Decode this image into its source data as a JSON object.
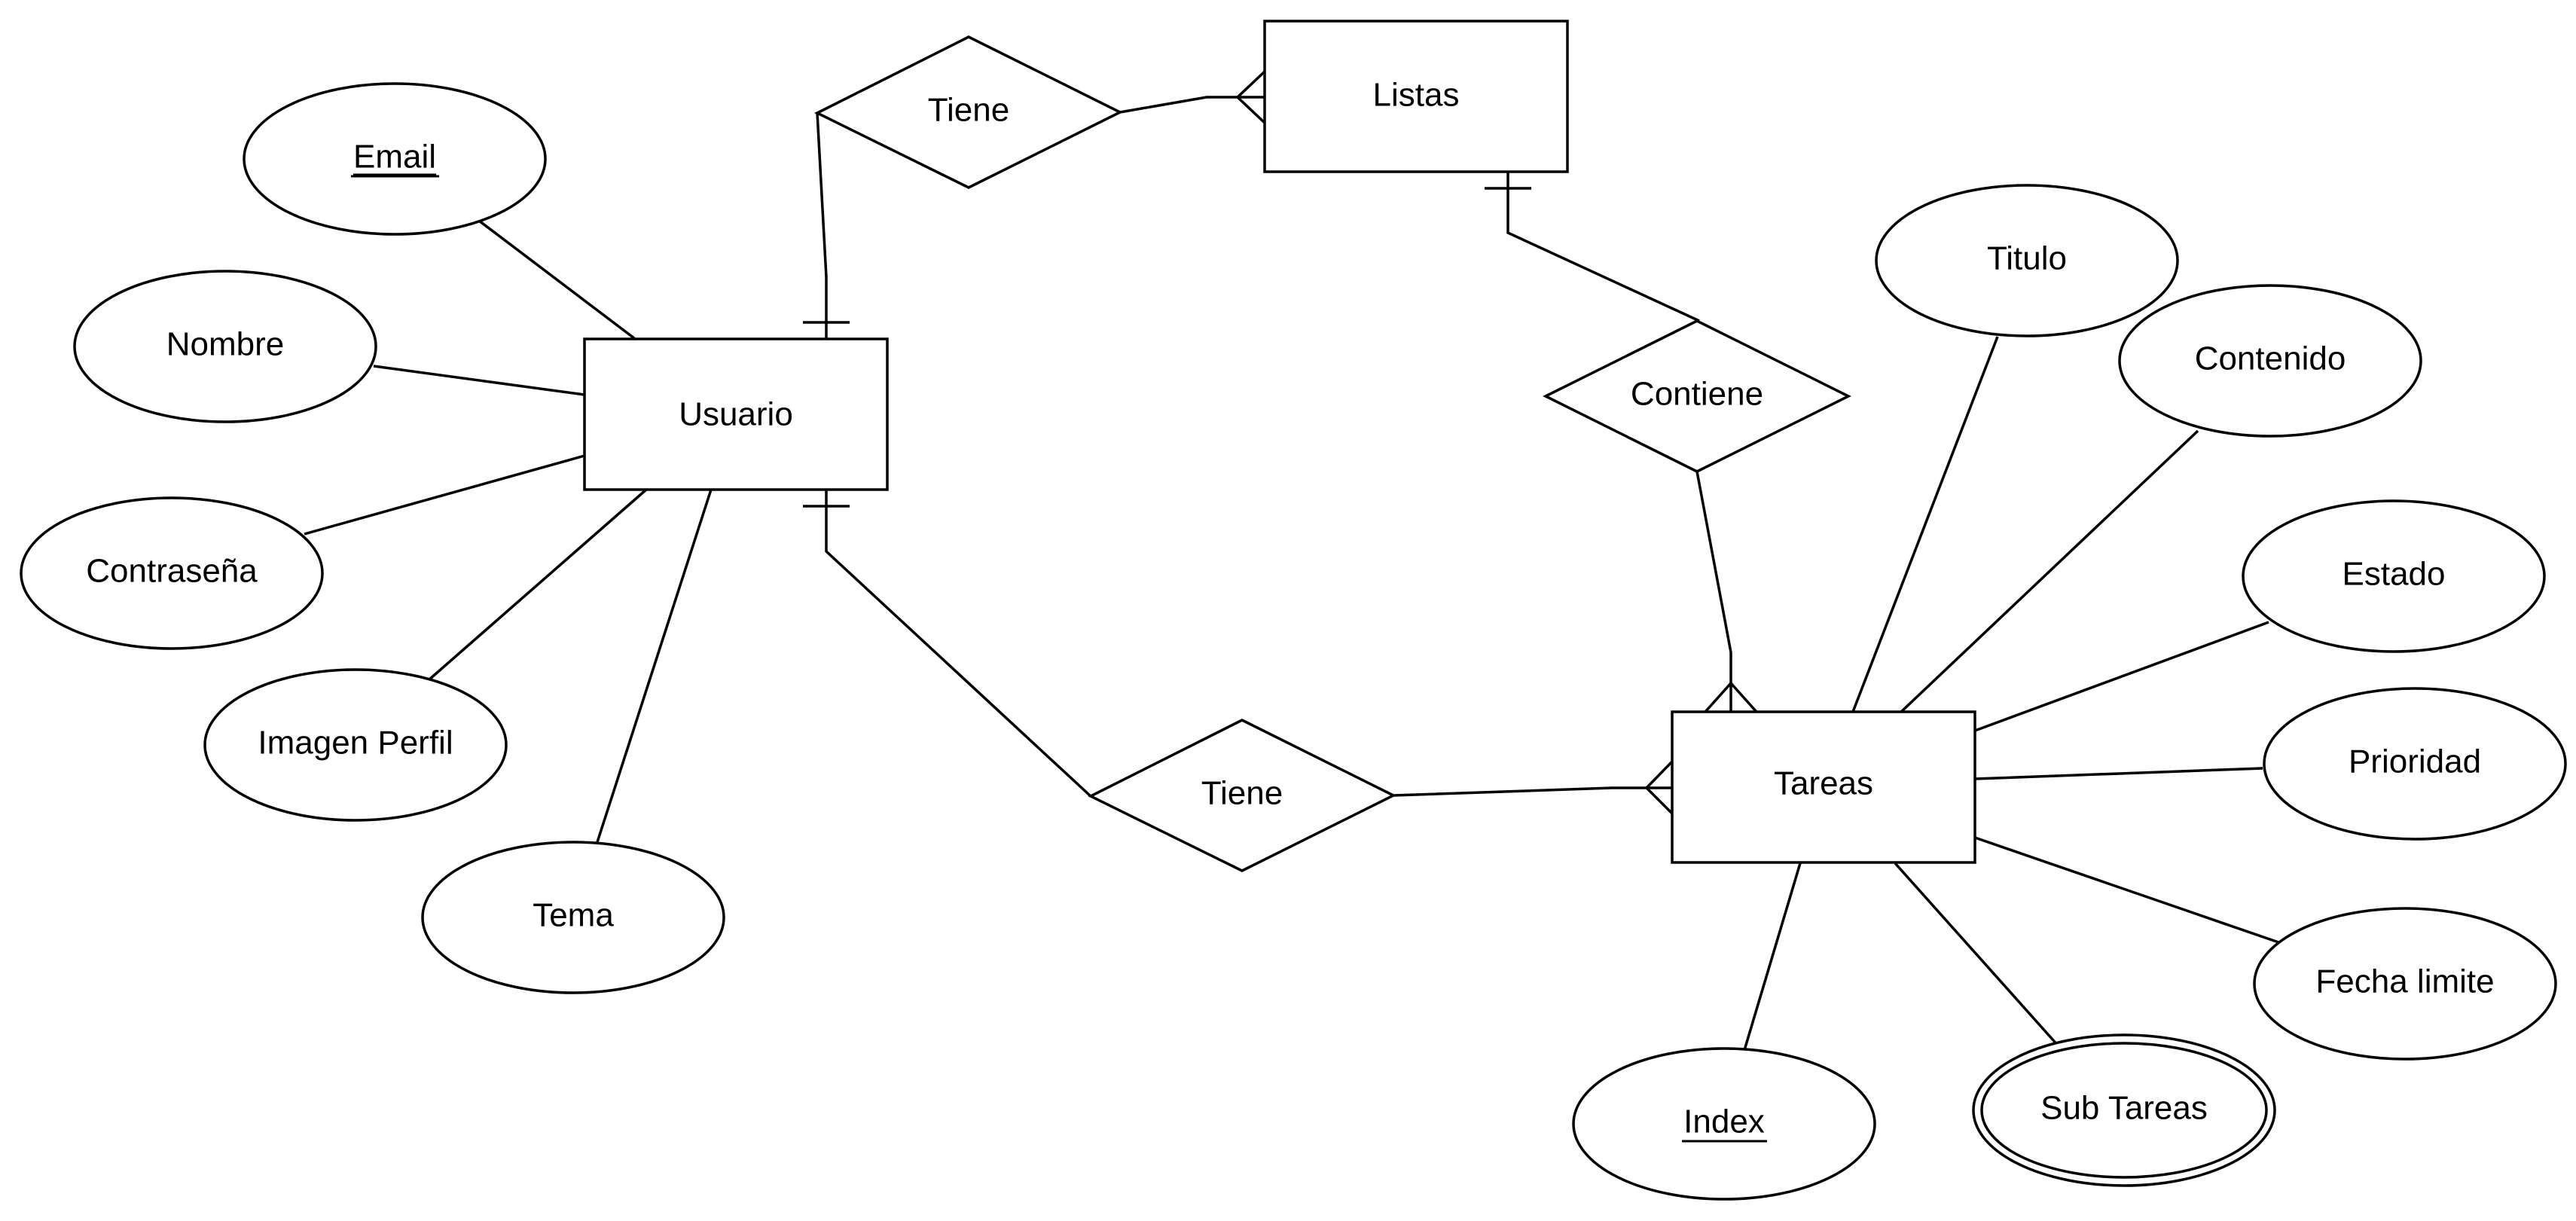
{
  "colors": {
    "stroke": "#000000",
    "fill": "#ffffff",
    "background": "#ffffff"
  },
  "entities": {
    "usuario": "Usuario",
    "listas": "Listas",
    "tareas": "Tareas"
  },
  "relationships": {
    "tiene_listas": "Tiene",
    "contiene": "Contiene",
    "tiene_tareas": "Tiene"
  },
  "usuario_attributes": {
    "email": "Email",
    "nombre": "Nombre",
    "contrasena": "Contraseña",
    "imagen_perfil": "Imagen Perfil",
    "tema": "Tema"
  },
  "tareas_attributes": {
    "titulo": "Titulo",
    "contenido": "Contenido",
    "estado": "Estado",
    "prioridad": "Prioridad",
    "fecha_limite": "Fecha limite",
    "sub_tareas": "Sub Tareas",
    "index": "Index"
  }
}
